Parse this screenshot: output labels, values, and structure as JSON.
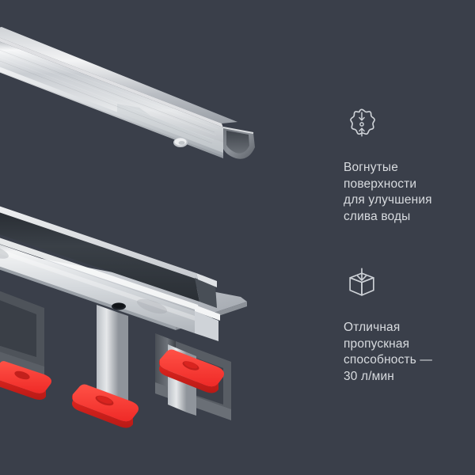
{
  "page": {
    "background_color": "#3a3f4a",
    "text_color": "#d8dbdf",
    "accent_red": "#f53333",
    "metal_light": "#e9eaec",
    "metal_mid": "#b9bcc1",
    "metal_dark": "#7e838b",
    "cover_dark": "#2f343b"
  },
  "features": [
    {
      "icon": "concave-flower-icon",
      "icon_label": "concave surface arrows",
      "text": "Вогнутые\nповерхности\nдля улучшения\nслива воды"
    },
    {
      "icon": "cube-inflow-icon",
      "icon_label": "box with down arrow",
      "text": "Отличная\nпропускная\nспособность —\n30 л/мин"
    }
  ],
  "product": {
    "top_part_name": "stainless-channel-rail",
    "bottom_part_name": "linear-shower-drain",
    "cover_name": "drain-cover-strip",
    "flange_name": "drain-flange-plate",
    "leg_name": "adjustable-leg",
    "foot_name": "red-adjustable-foot",
    "outlet_name": "drain-outlet-hole",
    "feet_count": 3,
    "legs_count": 2
  }
}
